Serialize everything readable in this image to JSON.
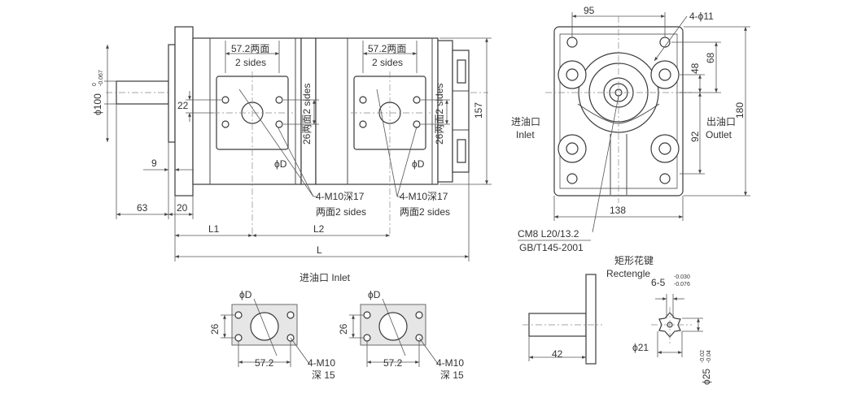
{
  "front_view": {
    "dim_width_a": "57.2两面",
    "dim_width_a_sub": "2 sides",
    "dim_width_b": "57.2两面",
    "dim_width_b_sub": "2 sides",
    "shaft_dia": "ϕ100",
    "shaft_tol_upper": "0",
    "shaft_tol_lower": "-0.067",
    "dim_22": "22",
    "dim_26_a": "26两面2 sides",
    "dim_26_b": "26两面2 sides",
    "dim_157": "157",
    "dim_9": "9",
    "port_d_a": "ϕD",
    "port_d_b": "ϕD",
    "thread_a": "4-M10深17",
    "thread_a_sub": "两面2 sides",
    "thread_b": "4-M10深17",
    "thread_b_sub": "两面2 sides",
    "dim_63": "63",
    "dim_20": "20",
    "dim_l1": "L1",
    "dim_l2": "L2",
    "dim_l": "L"
  },
  "side_view": {
    "dim_95": "95",
    "holes": "4-ϕ11",
    "dim_48": "48",
    "dim_68": "68",
    "dim_180": "180",
    "dim_92": "92",
    "dim_138": "138",
    "inlet_cn": "进油口",
    "inlet_en": "Inlet",
    "outlet_cn": "出油口",
    "outlet_en": "Outlet",
    "spline_1": "CM8 L20/13.2",
    "spline_2": "GB/T145-2001"
  },
  "inlet_detail": {
    "title": "进油口 Inlet",
    "d_a": "ϕD",
    "d_b": "ϕD",
    "dim_26_a": "26",
    "dim_26_b": "26",
    "dim_57_a": "57.2",
    "dim_57_b": "57.2",
    "thread_a": "4-M10",
    "thread_a_sub": "深 15",
    "thread_b": "4-M10",
    "thread_b_sub": "深 15"
  },
  "key_detail": {
    "title_cn": "矩形花键",
    "title_en": "Rectengle",
    "dim_42": "42",
    "spline_spec": "6-5",
    "spline_tol_upper": "-0.030",
    "spline_tol_lower": "-0.076",
    "dim_21": "ϕ21",
    "dim_25": "ϕ25",
    "dim_25_tol_upper": "-0.02",
    "dim_25_tol_lower": "-0.04"
  }
}
